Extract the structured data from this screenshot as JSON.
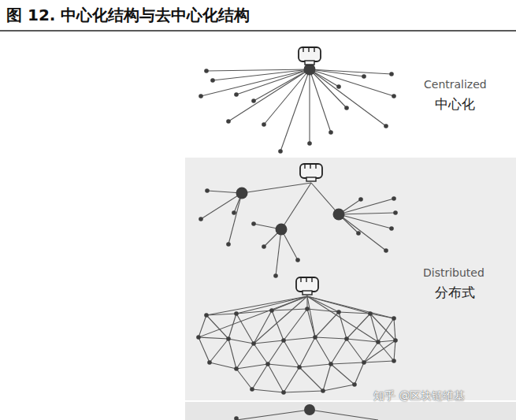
{
  "diagram": {
    "title": "图 12. 中心化结构与去中心化结构",
    "labels": [
      "Centralized",
      "中心化",
      "Distributed",
      "分布式",
      "知乎 @区块链维基"
    ]
  }
}
